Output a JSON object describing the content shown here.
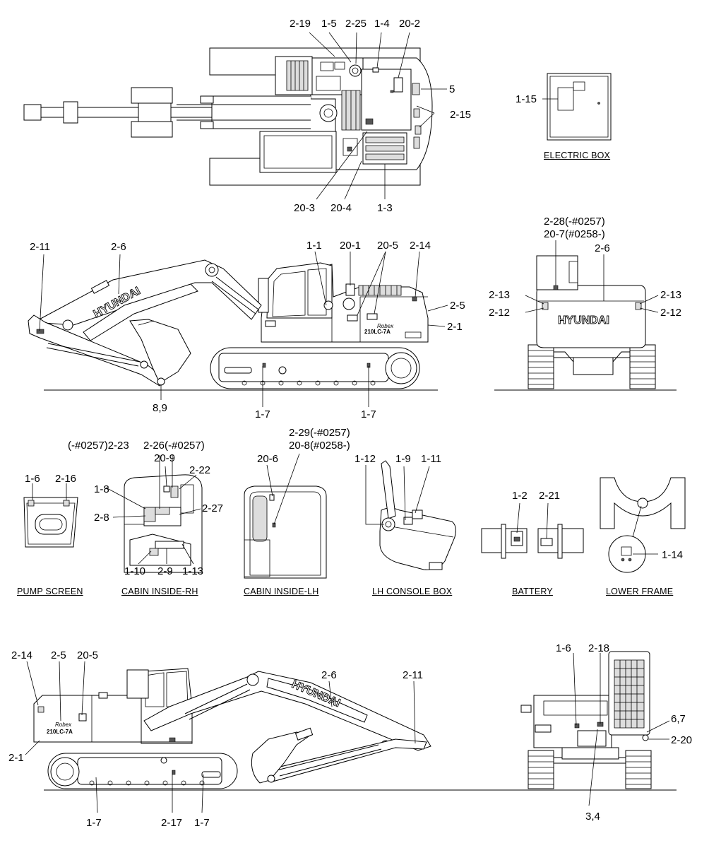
{
  "diagram": {
    "views": {
      "top": {
        "callouts": [
          "2-19",
          "1-5",
          "2-25",
          "1-4",
          "20-2",
          "5",
          "2-15",
          "20-3",
          "20-4",
          "1-3"
        ]
      },
      "electric_box": {
        "caption": "ELECTRIC BOX",
        "callouts": [
          "1-15"
        ]
      },
      "left_side": {
        "callouts": [
          "2-11",
          "2-6",
          "1-1",
          "20-1",
          "20-5",
          "2-14",
          "2-5",
          "2-1",
          "8,9",
          "1-7",
          "1-7"
        ],
        "brand": "HYUNDAI",
        "model": "210LC-7A",
        "model_script": "Robex"
      },
      "rear": {
        "callouts": [
          "2-28(-#0257)",
          "20-7(#0258-)",
          "2-6",
          "2-13",
          "2-13",
          "2-12",
          "2-12"
        ],
        "brand": "HYUNDAI"
      },
      "pump_screen": {
        "caption": "PUMP SCREEN",
        "callouts": [
          "1-6",
          "2-16"
        ]
      },
      "cabin_rh": {
        "caption": "CABIN INSIDE-RH",
        "callouts": [
          "(-#0257)2-23",
          "2-26(-#0257)",
          "20-9",
          "2-22",
          "1-8",
          "2-8",
          "2-27",
          "1-10",
          "2-9",
          "1-13"
        ]
      },
      "cabin_lh": {
        "caption": "CABIN INSIDE-LH",
        "callouts": [
          "2-29(-#0257)",
          "20-8(#0258-)",
          "20-6"
        ]
      },
      "lh_console": {
        "caption": "LH CONSOLE BOX",
        "callouts": [
          "1-12",
          "1-9",
          "1-11"
        ]
      },
      "battery": {
        "caption": "BATTERY",
        "callouts": [
          "1-2",
          "2-21"
        ]
      },
      "lower_frame": {
        "caption": "LOWER FRAME",
        "callouts": [
          "1-14"
        ]
      },
      "right_side": {
        "callouts": [
          "2-14",
          "2-5",
          "20-5",
          "2-1",
          "2-6",
          "2-11",
          "1-7",
          "2-17",
          "1-7"
        ],
        "brand": "HYUNDAI",
        "model": "210LC-7A",
        "model_script": "Robex"
      },
      "front": {
        "callouts": [
          "1-6",
          "2-18",
          "6,7",
          "2-20",
          "3,4"
        ]
      }
    }
  }
}
